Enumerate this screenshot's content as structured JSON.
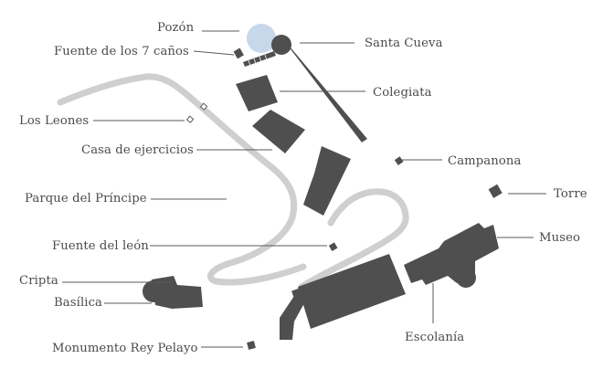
{
  "map": {
    "colors": {
      "building": "#4f4f4f",
      "path": "#cfcfcf",
      "water": "#c6d8ea",
      "text": "#4a4a4a"
    },
    "labels": {
      "pozon": "Pozón",
      "santa_cueva": "Santa Cueva",
      "fuente_7_canos": "Fuente de los 7 caños",
      "colegiata": "Colegiata",
      "los_leones": "Los Leones",
      "casa_ejercicios": "Casa de ejercicios",
      "campanona": "Campanona",
      "torre": "Torre",
      "parque_principe": "Parque del Príncipe",
      "museo": "Museo",
      "fuente_leon": "Fuente del león",
      "cripta": "Cripta",
      "basilica": "Basílica",
      "escolania": "Escolanía",
      "monumento_rey_pelayo": "Monumento Rey Pelayo"
    }
  }
}
